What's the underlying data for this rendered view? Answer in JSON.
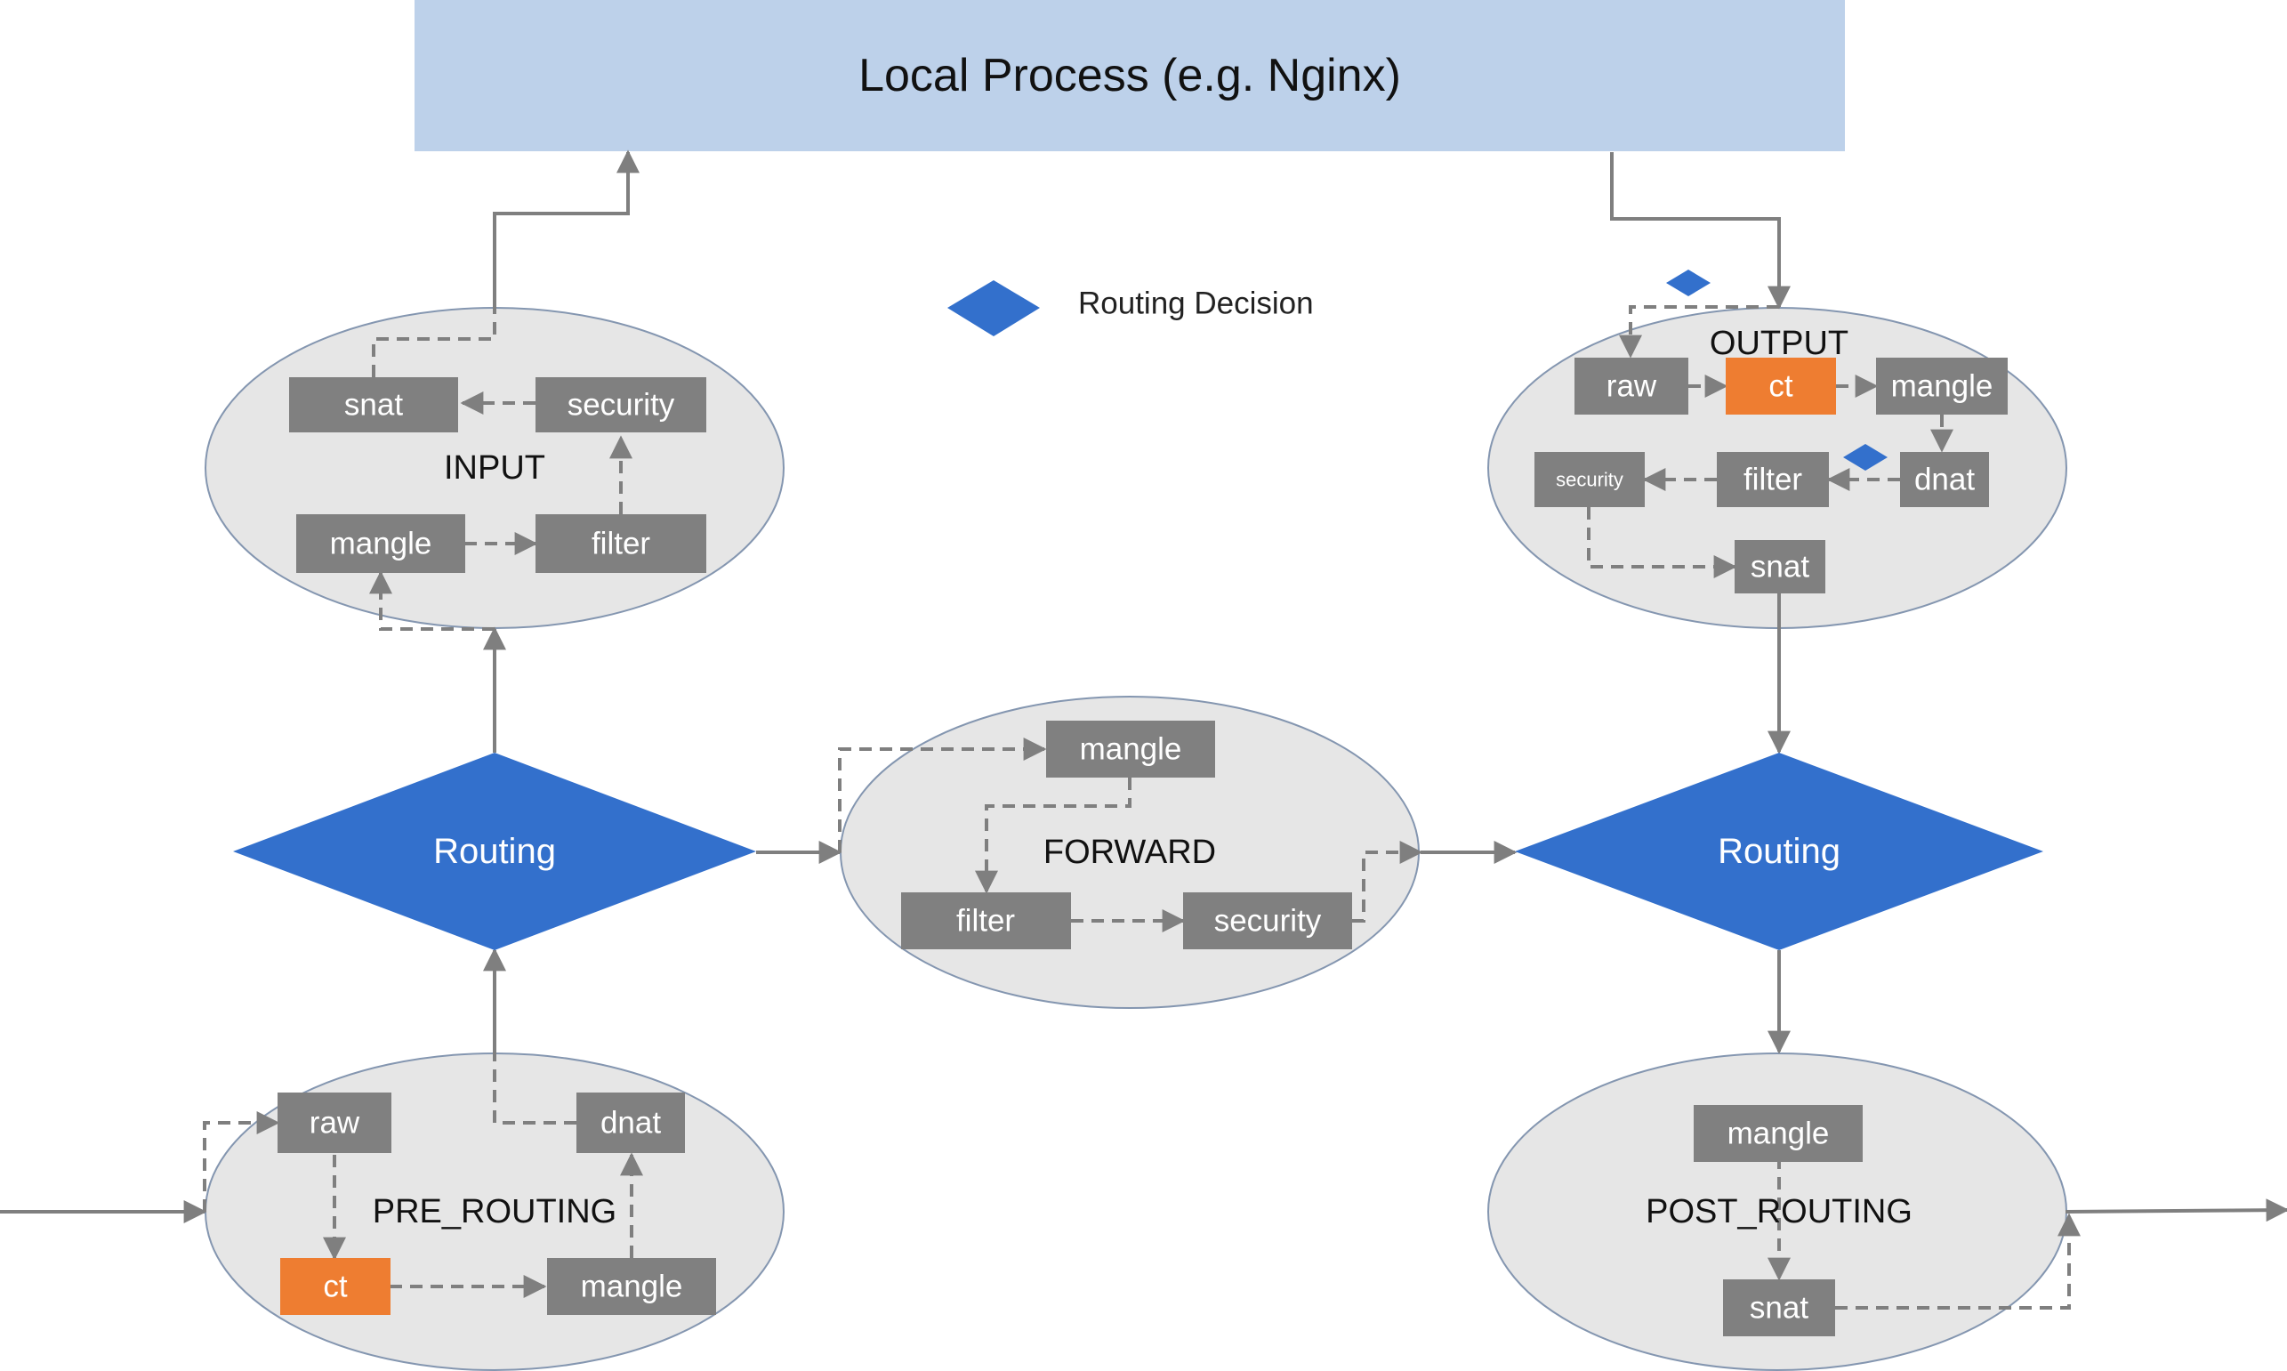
{
  "local_process": {
    "label": "Local Process (e.g. Nginx)"
  },
  "legend": {
    "label": "Routing Decision"
  },
  "routing_left": {
    "label": "Routing"
  },
  "routing_right": {
    "label": "Routing"
  },
  "chains": {
    "input": {
      "label": "INPUT",
      "tables": {
        "snat": "snat",
        "security": "security",
        "mangle": "mangle",
        "filter": "filter"
      }
    },
    "output": {
      "label": "OUTPUT",
      "tables": {
        "raw": "raw",
        "ct": "ct",
        "mangle": "mangle",
        "security": "security",
        "filter": "filter",
        "dnat": "dnat",
        "snat": "snat"
      }
    },
    "forward": {
      "label": "FORWARD",
      "tables": {
        "mangle": "mangle",
        "filter": "filter",
        "security": "security"
      }
    },
    "pre_routing": {
      "label": "PRE_ROUTING",
      "tables": {
        "raw": "raw",
        "dnat": "dnat",
        "ct": "ct",
        "mangle": "mangle"
      }
    },
    "post_routing": {
      "label": "POST_ROUTING",
      "tables": {
        "mangle": "mangle",
        "snat": "snat"
      }
    }
  },
  "colors": {
    "routing": "#3370cc",
    "table": "#808080",
    "conntrack": "#ee7d31",
    "local_process": "#bdd1ea",
    "chain": "#e6e6e6"
  }
}
